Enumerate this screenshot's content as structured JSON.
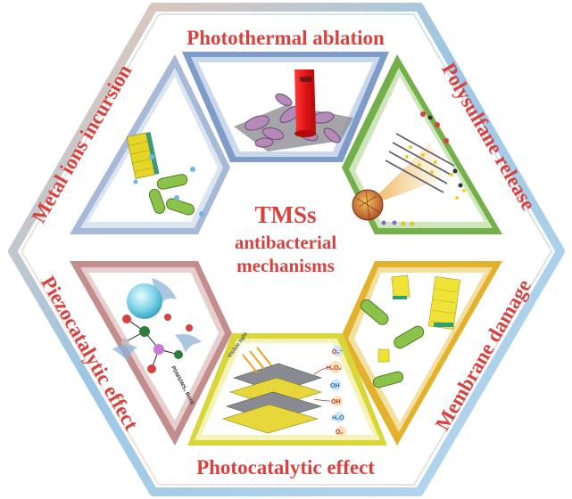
{
  "center": {
    "line1": "TMSs",
    "line2": "antibacterial",
    "line3": "mechanisms"
  },
  "segments": {
    "top": "Photothermal ablation",
    "top_right": "Polysulfane release",
    "bottom_right": "Membrane damage",
    "bottom": "Photocatalytic effect",
    "bottom_left": "Piezocatalytic effect",
    "top_left": "Metal ions incursion"
  },
  "image_text": {
    "nir": "NIR",
    "visible_light": "Visible light",
    "piezo_material": "PDMS/WS₂ Brick",
    "o2_minus": "O₂⁻",
    "h2o2": "H₂O₂",
    "oh": "OH",
    "h2o": "H₂O",
    "o2": "O₂"
  },
  "colors": {
    "title_red": "#d9413f",
    "frame_blue": "#9cc7e4",
    "frame_peach": "#f0c7b0",
    "panel_top": "#7f9cc8",
    "panel_top_right": "#74b04a",
    "panel_bottom_right": "#e3b22c",
    "panel_bottom": "#d9d63a",
    "panel_bottom_left": "#c38d8d",
    "panel_top_left": "#a7b9d6"
  }
}
